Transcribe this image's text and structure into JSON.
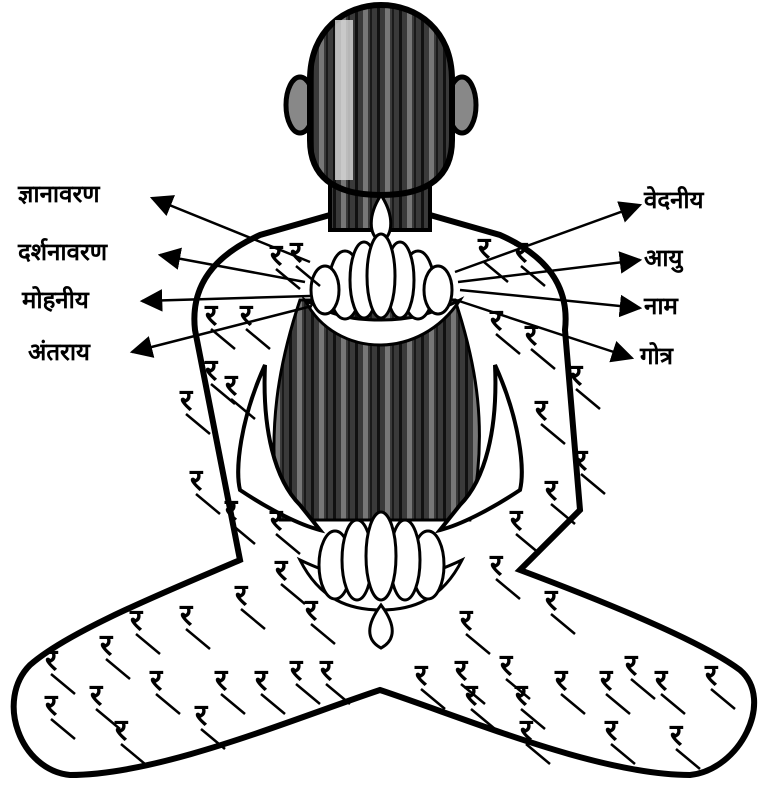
{
  "diagram": {
    "labels_left": [
      {
        "id": "jnanavaran",
        "text": "ज्ञानावरण"
      },
      {
        "id": "darshanavaran",
        "text": "दर्शनावरण"
      },
      {
        "id": "mohaniya",
        "text": "मोहनीय"
      },
      {
        "id": "antaray",
        "text": "अंतराय"
      }
    ],
    "labels_right": [
      {
        "id": "vedaniya",
        "text": "वेदनीय"
      },
      {
        "id": "ayu",
        "text": "आयु"
      },
      {
        "id": "naam",
        "text": "नाम"
      },
      {
        "id": "gotra",
        "text": "गोत्र"
      }
    ],
    "body_mark": "र"
  }
}
